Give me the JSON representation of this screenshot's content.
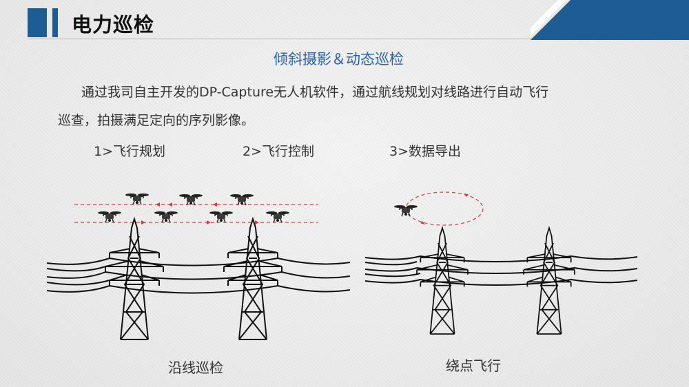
{
  "header": {
    "title": "电力巡检"
  },
  "subtitle": "倾斜摄影＆动态巡检",
  "intro": {
    "line1": "通过我司自主开发的DP-Capture无人机软件，通过航线规划对线路进行自动飞行",
    "line2": "巡查，拍摄满足定向的序列影像。"
  },
  "steps": [
    "1>飞行规划",
    "2>飞行控制",
    "3>数据导出"
  ],
  "captions": {
    "left": "沿线巡检",
    "right": "绕点飞行"
  },
  "colors": {
    "accent": "#1e5c95",
    "subtitle": "#2a64a8",
    "flight_path": "#d83a3a"
  }
}
